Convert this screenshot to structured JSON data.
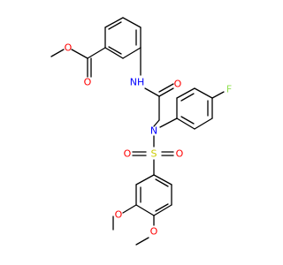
{
  "molecule": {
    "atom_labels": {
      "ester_o_carbonyl": "O",
      "ester_o_ether": "O",
      "amide_n": "NH",
      "amide_o": "O",
      "sulfonamide_n": "N",
      "fluorine": "F",
      "sulfur": "S",
      "sulfonyl_o_left": "O",
      "sulfonyl_o_right": "O",
      "methoxy_o_upper": "O",
      "methoxy_o_lower": "O"
    },
    "colors": {
      "bond": "#000000",
      "oxygen": "#ff0000",
      "nitrogen": "#0000ff",
      "sulfur": "#cccc00",
      "fluorine": "#90e050"
    }
  }
}
